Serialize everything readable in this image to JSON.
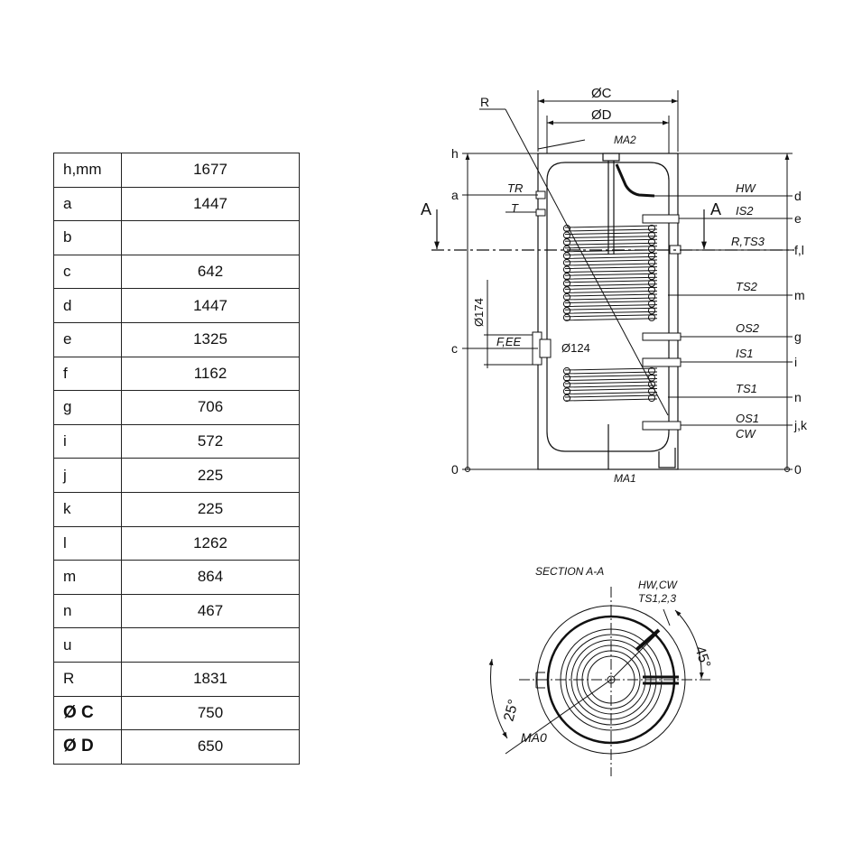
{
  "table": {
    "rows": [
      {
        "key": "h,mm",
        "value": "1677"
      },
      {
        "key": "a",
        "value": "1447"
      },
      {
        "key": "b",
        "value": ""
      },
      {
        "key": "c",
        "value": "642"
      },
      {
        "key": "d",
        "value": "1447"
      },
      {
        "key": "e",
        "value": "1325"
      },
      {
        "key": "f",
        "value": "1162"
      },
      {
        "key": "g",
        "value": "706"
      },
      {
        "key": "i",
        "value": "572"
      },
      {
        "key": "j",
        "value": "225"
      },
      {
        "key": "k",
        "value": "225"
      },
      {
        "key": "l",
        "value": "1262"
      },
      {
        "key": "m",
        "value": "864"
      },
      {
        "key": "n",
        "value": "467"
      },
      {
        "key": "u",
        "value": ""
      },
      {
        "key": "R",
        "value": "1831"
      },
      {
        "key": "Ø C",
        "value": "750",
        "bold": true
      },
      {
        "key": "Ø D",
        "value": "650",
        "bold": true
      }
    ]
  },
  "drawing": {
    "dim_c": "ØC",
    "dim_d": "ØD",
    "label_r": "R",
    "ma2": "MA2",
    "ma1": "MA1",
    "section_marker": "A",
    "left_scale": {
      "h": "h",
      "a": "a",
      "c": "c",
      "zero": "0"
    },
    "right_scale": {
      "d": "d",
      "e": "e",
      "fl": "f,l",
      "m": "m",
      "g": "g",
      "i": "i",
      "n": "n",
      "jk": "j,k",
      "zero": "0"
    },
    "left_conn": {
      "tr": "TR",
      "t": "T",
      "fee": "F,EE"
    },
    "right_conn": {
      "hw": "HW",
      "is2": "IS2",
      "rts3": "R,TS3",
      "ts2": "TS2",
      "os2": "OS2",
      "is1": "IS1",
      "ts1": "TS1",
      "os1": "OS1",
      "cw": "CW"
    },
    "dim_174": "Ø174",
    "dim_124": "Ø124",
    "section": {
      "title": "SECTION A-A",
      "hwcw": "HW,CW",
      "ts": "TS1,2,3",
      "angle45": "45°",
      "angle25": "25°",
      "ma0": "MA0"
    }
  }
}
